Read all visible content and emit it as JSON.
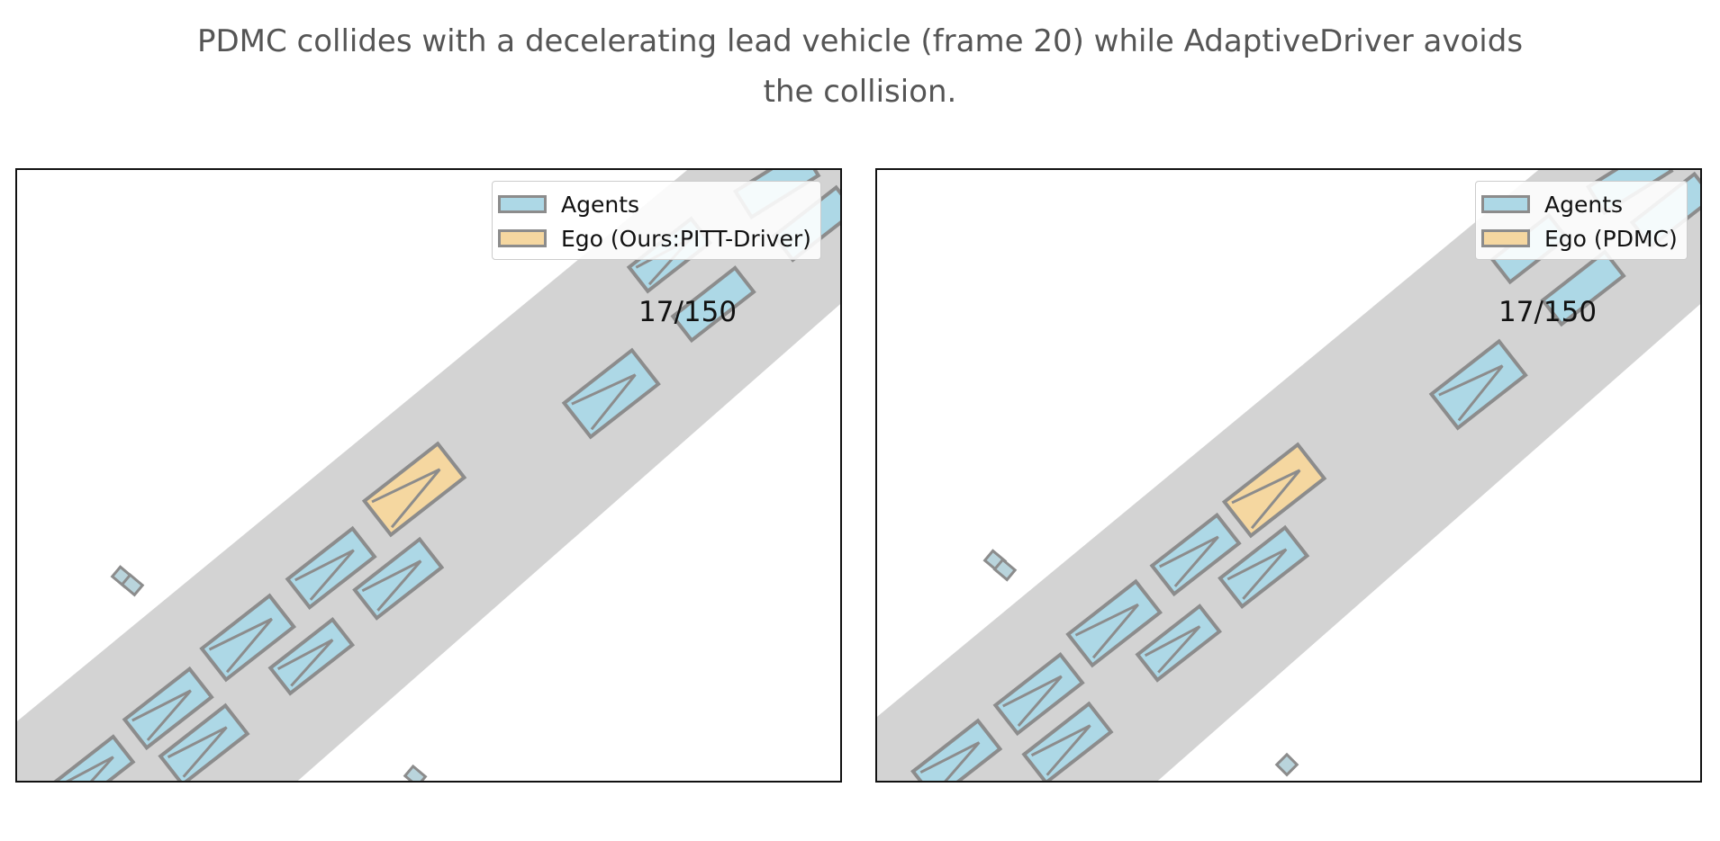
{
  "caption": {
    "line1": "PDMC collides with a decelerating lead vehicle (frame 20) while AdaptiveDriver avoids",
    "line2": "the collision."
  },
  "colors": {
    "road": "#d3d3d3",
    "agent_fill": "#add8e6",
    "ego_fill": "#f5d7a0",
    "outline": "#8c8c8c",
    "marker": "#8fa8b0"
  },
  "panels": [
    {
      "id": "left",
      "legend": {
        "agents": "Agents",
        "ego": "Ego (Ours:PITT-Driver)"
      },
      "frame": "17/150"
    },
    {
      "id": "right",
      "legend": {
        "agents": "Agents",
        "ego": "Ego (PDMC)"
      },
      "frame": "17/150"
    }
  ]
}
